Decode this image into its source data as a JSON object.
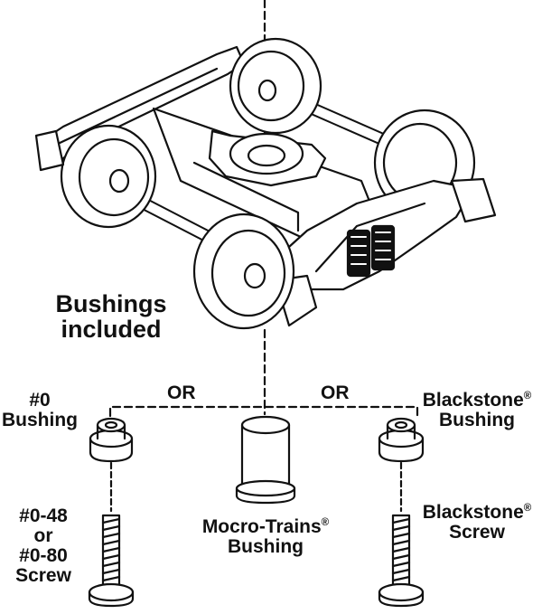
{
  "labels": {
    "bushings_included_line1": "Bushings",
    "bushings_included_line2": "included",
    "or_left": "OR",
    "or_right": "OR",
    "no0_line1": "#0",
    "no0_line2": "Bushing",
    "blackstone_bushing_line1": "Blackstone",
    "blackstone_bushing_line2": "Bushing",
    "micro_trains_line1": "Mocro-Trains",
    "micro_trains_line2": "Bushing",
    "screw_left_line1": "#0-48",
    "screw_left_line2": "or",
    "screw_left_line3": "#0-80",
    "screw_left_line4": "Screw",
    "blackstone_screw_line1": "Blackstone",
    "blackstone_screw_line2": "Screw",
    "registered_mark": "®"
  },
  "colors": {
    "ink": "#111111",
    "background": "#ffffff"
  }
}
